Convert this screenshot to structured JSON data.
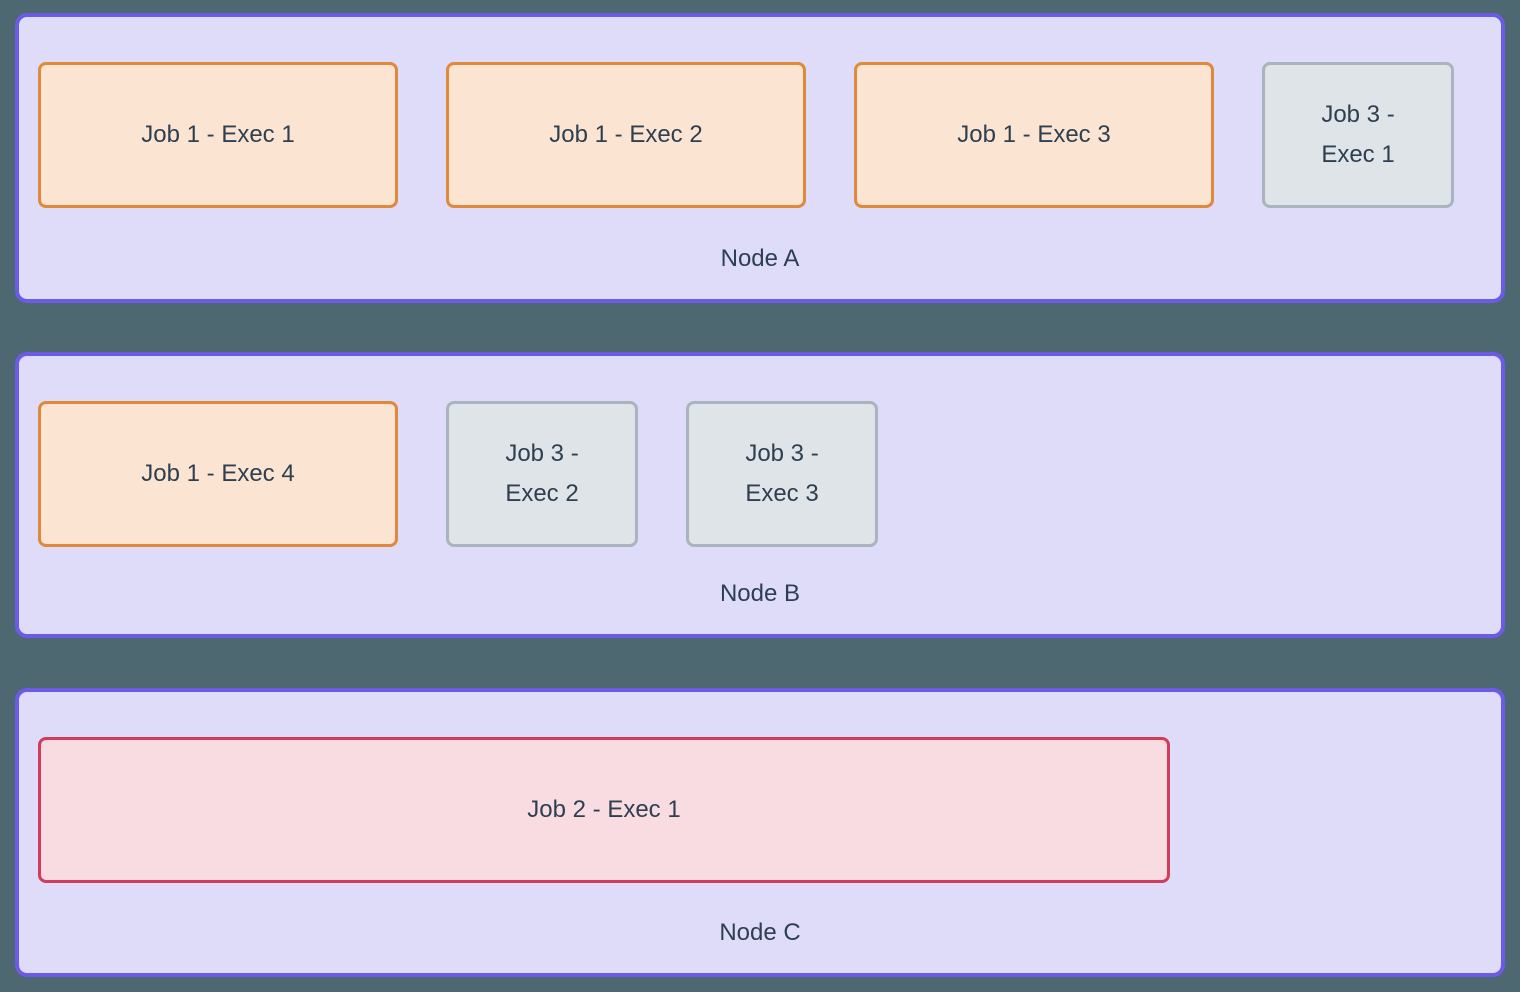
{
  "page": {
    "background": "#4e6872",
    "text_color": "#2e3f51"
  },
  "palette": {
    "node_fill": "#dedcf9",
    "node_border": "#6b5be6",
    "job1_fill": "#fbe5d2",
    "job1_border": "#e0883c",
    "job2_fill": "#f8dce2",
    "job2_border": "#d03d5a",
    "job3_fill": "#dfe4e8",
    "job3_border": "#a9b4bc"
  },
  "nodes": [
    {
      "id": "node-a",
      "label": "Node A",
      "executors": [
        {
          "label": "Job 1 - Exec 1",
          "job": "job1",
          "size": "md"
        },
        {
          "label": "Job 1 - Exec 2",
          "job": "job1",
          "size": "md"
        },
        {
          "label": "Job 1 - Exec 3",
          "job": "job1",
          "size": "md"
        },
        {
          "label": "Job  3 -\nExec 1",
          "job": "job3",
          "size": "sm"
        }
      ]
    },
    {
      "id": "node-b",
      "label": "Node B",
      "executors": [
        {
          "label": "Job 1 - Exec 4",
          "job": "job1",
          "size": "md"
        },
        {
          "label": "Job 3 -\nExec 2",
          "job": "job3",
          "size": "sm"
        },
        {
          "label": "Job  3 -\nExec 3",
          "job": "job3",
          "size": "sm"
        }
      ]
    },
    {
      "id": "node-c",
      "label": "Node C",
      "executors": [
        {
          "label": "Job 2 - Exec 1",
          "job": "job2",
          "size": "xl"
        }
      ]
    }
  ]
}
